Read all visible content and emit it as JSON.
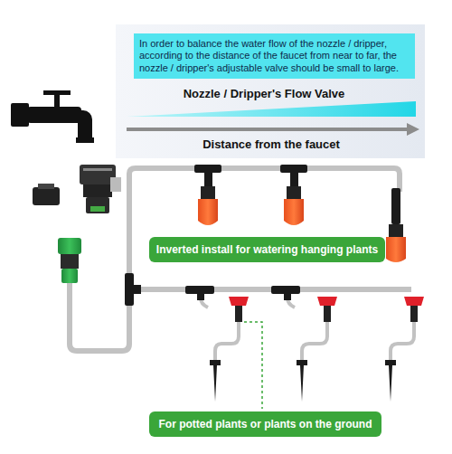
{
  "diagram": {
    "nodes": [
      {
        "text": [
          "In order to balance the water flow of the nozzle / dripper, according to the distance of the faucet from near to far, the nozzle / dripper's adjustable valve should be small to large."
        ]
      },
      {
        "text": [
          "Inverted install for watering hanging plants"
        ]
      },
      {
        "text": [
          "For potted plants or plants on the ground"
        ]
      }
    ],
    "labels": [
      "Nozzle / Dripper's Flow Valve",
      "Distance from the faucet"
    ]
  }
}
